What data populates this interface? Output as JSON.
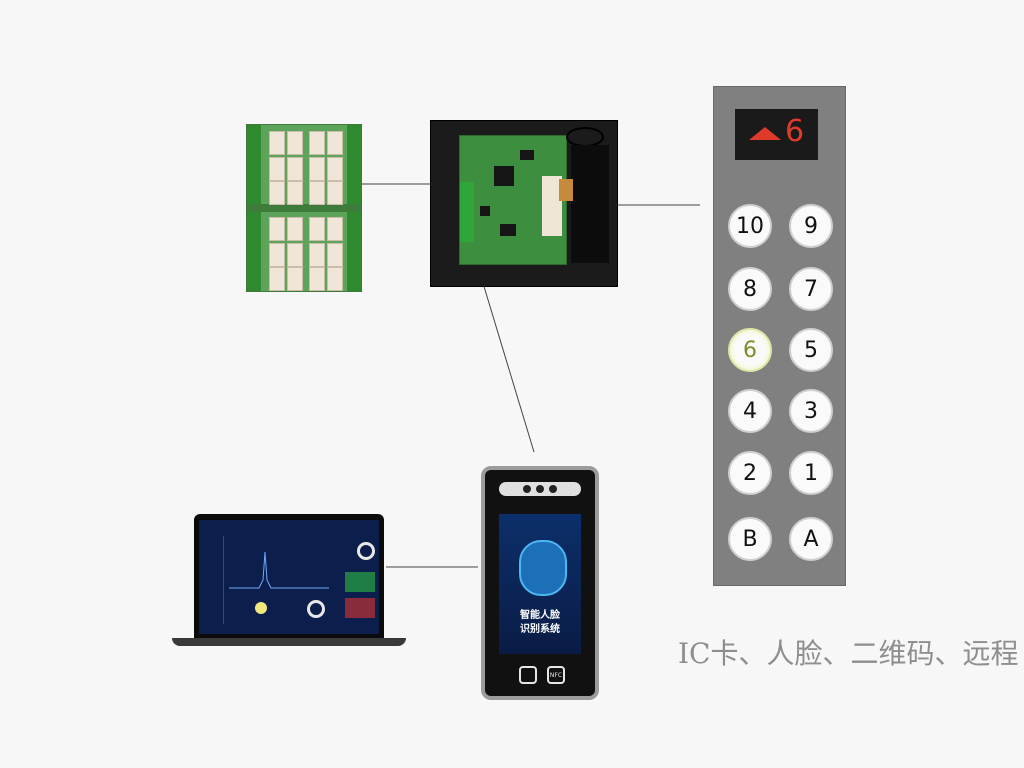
{
  "panel": {
    "floor_display": "6",
    "buttons": [
      {
        "label": "10"
      },
      {
        "label": "9"
      },
      {
        "label": "8"
      },
      {
        "label": "7"
      },
      {
        "label": "6",
        "lit": true
      },
      {
        "label": "5"
      },
      {
        "label": "4"
      },
      {
        "label": "3"
      },
      {
        "label": "2"
      },
      {
        "label": "1"
      },
      {
        "label": "B"
      },
      {
        "label": "A"
      }
    ],
    "arrow_color": "#e03a2a"
  },
  "terminal": {
    "screen_line1": "智能人脸",
    "screen_line2": "识别系统",
    "nfc_label": "NFC"
  },
  "caption": "IC卡、人脸、二维码、远程"
}
